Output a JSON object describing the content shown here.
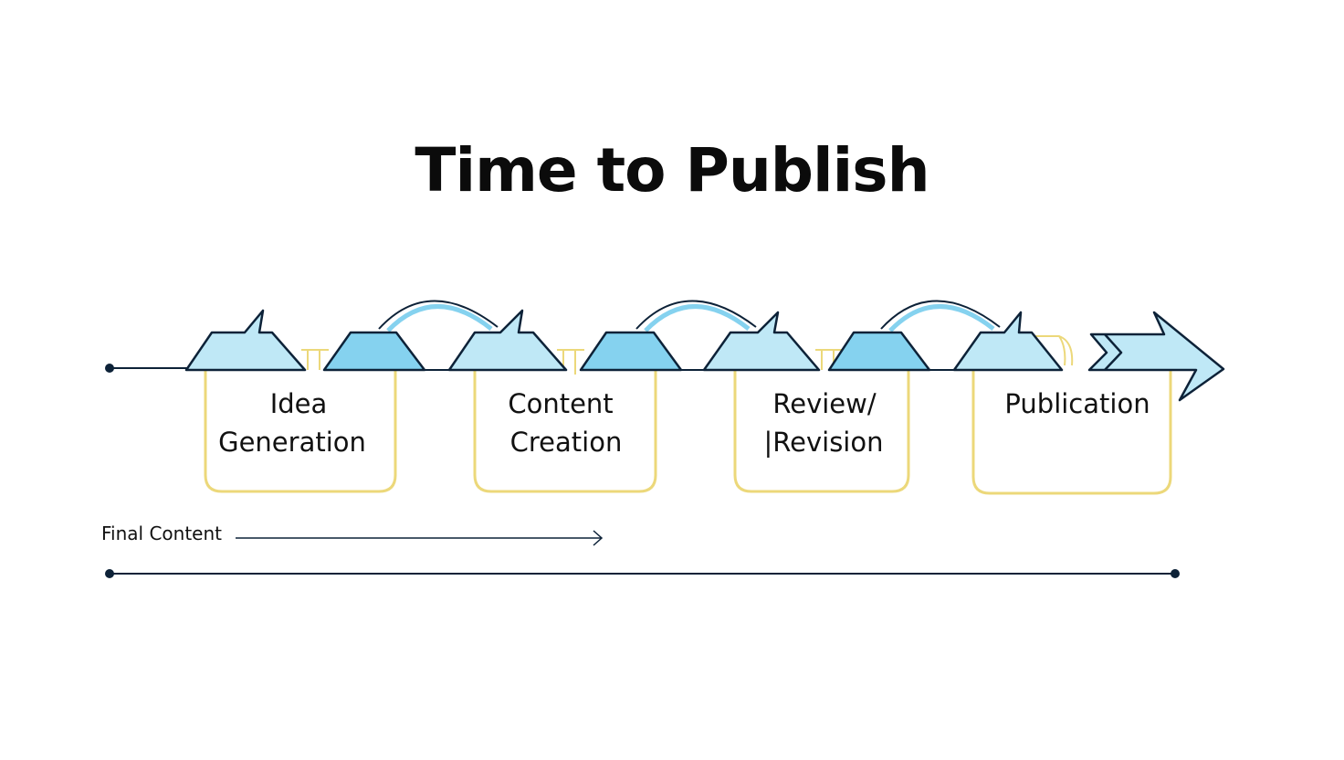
{
  "title": "Time to Publish",
  "stages": [
    {
      "line1": "Idea",
      "line2": "Generation"
    },
    {
      "line1": "Content",
      "line2": "Creation"
    },
    {
      "line1": "Review/",
      "line2": "|Revision"
    },
    {
      "line1": "Publication",
      "line2": ""
    }
  ],
  "final_label": "Final Content",
  "colors": {
    "ink": "#0d2238",
    "fill_light": "#bfe8f6",
    "fill_mid": "#85d2ef",
    "box_border": "#ecd87a",
    "text": "#111111"
  }
}
